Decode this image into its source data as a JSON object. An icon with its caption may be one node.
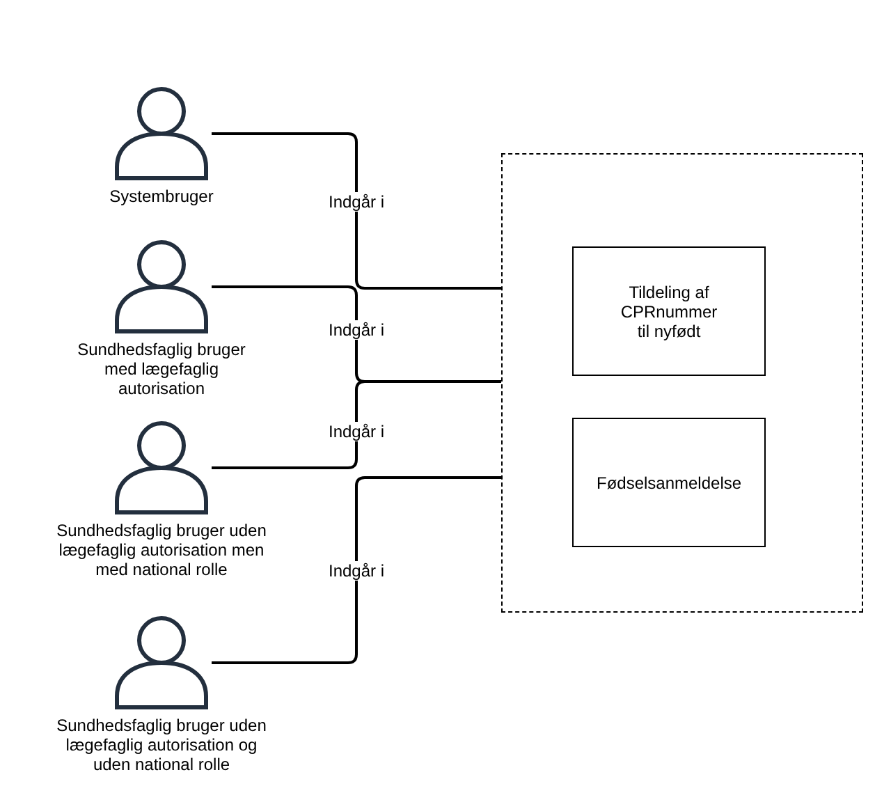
{
  "diagram": {
    "nodes": [
      {
        "text": [],
        "shape": "person",
        "beside": [
          "Systembruger"
        ]
      },
      {
        "text": [],
        "shape": "person",
        "beside": [
          "Sundhedsfaglig bruger med lægefaglig autorisation"
        ]
      },
      {
        "text": [],
        "shape": "person",
        "beside": [
          "Sundhedsfaglig bruger uden lægefaglig autorisation men med national rolle"
        ]
      },
      {
        "text": [],
        "shape": "person",
        "beside": [
          "Sundhedsfaglig bruger uden lægefaglig autorisation og uden national rolle"
        ]
      },
      {
        "text": [],
        "shape": "box"
      },
      {
        "text": [
          "Tildeling af CPRnummer til nyfødt"
        ],
        "in": 4
      },
      {
        "text": [
          "Fødselsanmeldelse"
        ],
        "in": 4
      }
    ],
    "edges": [
      {
        "from": 0,
        "to": 4,
        "arrow": "none",
        "label": "Indgår i"
      },
      {
        "from": 1,
        "to": 4,
        "arrow": "none",
        "label": "Indgår i"
      },
      {
        "from": 2,
        "to": 4,
        "arrow": "none",
        "label": "Indgår i"
      },
      {
        "from": 3,
        "to": 4,
        "arrow": "none",
        "label": "Indgår i"
      }
    ]
  }
}
